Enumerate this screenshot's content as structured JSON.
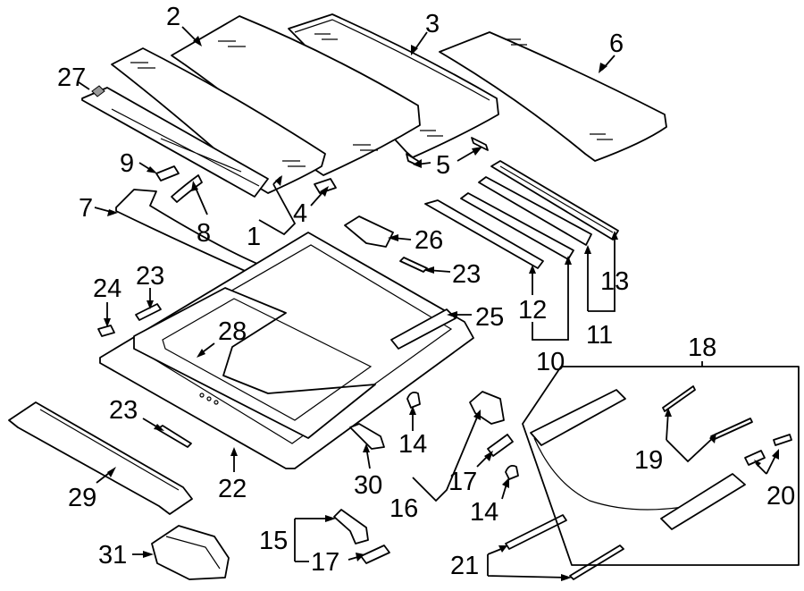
{
  "callouts": [
    {
      "id": "1",
      "text": "1"
    },
    {
      "id": "2",
      "text": "2"
    },
    {
      "id": "3",
      "text": "3"
    },
    {
      "id": "4",
      "text": "4"
    },
    {
      "id": "5",
      "text": "5"
    },
    {
      "id": "6",
      "text": "6"
    },
    {
      "id": "7",
      "text": "7"
    },
    {
      "id": "8",
      "text": "8"
    },
    {
      "id": "9",
      "text": "9"
    },
    {
      "id": "10",
      "text": "10"
    },
    {
      "id": "11",
      "text": "11"
    },
    {
      "id": "12",
      "text": "12"
    },
    {
      "id": "13",
      "text": "13"
    },
    {
      "id": "14a",
      "text": "14"
    },
    {
      "id": "14b",
      "text": "14"
    },
    {
      "id": "15",
      "text": "15"
    },
    {
      "id": "16",
      "text": "16"
    },
    {
      "id": "17a",
      "text": "17"
    },
    {
      "id": "17b",
      "text": "17"
    },
    {
      "id": "18",
      "text": "18"
    },
    {
      "id": "19",
      "text": "19"
    },
    {
      "id": "20",
      "text": "20"
    },
    {
      "id": "21",
      "text": "21"
    },
    {
      "id": "22",
      "text": "22"
    },
    {
      "id": "23a",
      "text": "23"
    },
    {
      "id": "23b",
      "text": "23"
    },
    {
      "id": "23c",
      "text": "23"
    },
    {
      "id": "24",
      "text": "24"
    },
    {
      "id": "25",
      "text": "25"
    },
    {
      "id": "26",
      "text": "26"
    },
    {
      "id": "27",
      "text": "27"
    },
    {
      "id": "28",
      "text": "28"
    },
    {
      "id": "29",
      "text": "29"
    },
    {
      "id": "30",
      "text": "30"
    },
    {
      "id": "31",
      "text": "31"
    }
  ]
}
